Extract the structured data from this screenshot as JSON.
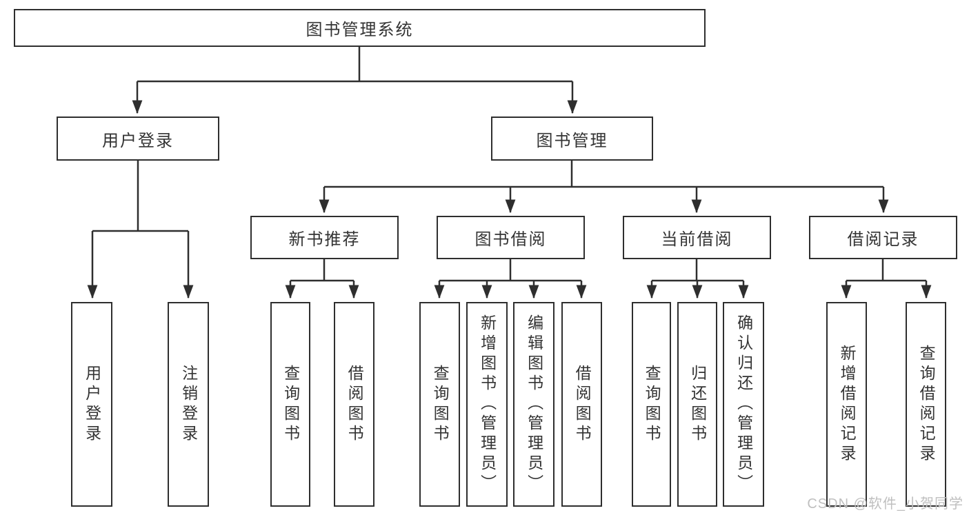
{
  "diagram": {
    "root": {
      "label": "图书管理系统"
    },
    "level2": [
      {
        "label": "用户登录"
      },
      {
        "label": "图书管理"
      }
    ],
    "level3": [
      {
        "label": "新书推荐"
      },
      {
        "label": "图书借阅"
      },
      {
        "label": "当前借阅"
      },
      {
        "label": "借阅记录"
      }
    ],
    "leaves": {
      "user_login": [
        {
          "label": "用户登录"
        },
        {
          "label": "注销登录"
        }
      ],
      "new_book": [
        {
          "label": "查询图书"
        },
        {
          "label": "借阅图书"
        }
      ],
      "book_borrow": [
        {
          "label": "查询图书"
        },
        {
          "label": "新增图书（管理员）"
        },
        {
          "label": "编辑图书（管理员）"
        },
        {
          "label": "借阅图书"
        }
      ],
      "current_borrow": [
        {
          "label": "查询图书"
        },
        {
          "label": "归还图书"
        },
        {
          "label": "确认归还（管理员）"
        }
      ],
      "borrow_records": [
        {
          "label": "新增借阅记录"
        },
        {
          "label": "查询借阅记录"
        }
      ]
    }
  },
  "watermark": {
    "text": "CSDN @软件_小贺同学"
  },
  "colors": {
    "line": "#2e2e2e",
    "box_border": "#2e2e2e",
    "text": "#333333",
    "watermark": "#bfbfbf",
    "background": "#ffffff"
  }
}
